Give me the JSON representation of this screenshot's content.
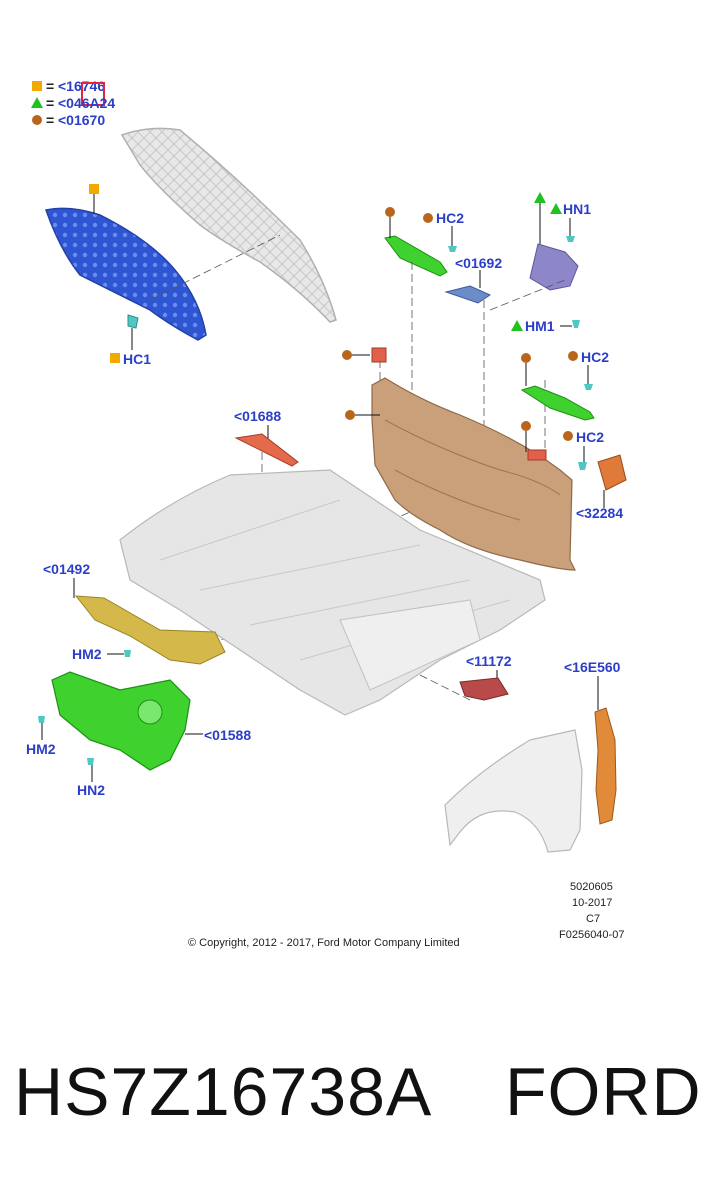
{
  "legend": [
    {
      "symbol": "square",
      "color": "#f2a900",
      "equals": "=",
      "text": "<16746"
    },
    {
      "symbol": "triangle",
      "color": "#22c21c",
      "equals": "=",
      "text": "<046A24"
    },
    {
      "symbol": "circle",
      "color": "#b8661c",
      "equals": "=",
      "text": "<01670"
    }
  ],
  "callouts": {
    "hc1": "HC1",
    "hc2_top": "HC2",
    "c01692": "<01692",
    "hn1": "HN1",
    "hm1": "HM1",
    "hc2_mid": "HC2",
    "hc2_low": "HC2",
    "c32284": "<32284",
    "c01688": "<01688",
    "c01492": "<01492",
    "hm2_a": "HM2",
    "hm2_b": "HM2",
    "c01588": "<01588",
    "hn2": "HN2",
    "c11172": "<11172",
    "c16e560": "<16E560"
  },
  "meta": {
    "line1": "5020605",
    "line2": "10-2017",
    "line3": "C7",
    "line4": "F0256040-07"
  },
  "copyright": "© Copyright, 2012 - 2017, Ford Motor Company Limited",
  "footer": {
    "part_number": "HS7Z16738A",
    "brand": "FORD"
  },
  "colors": {
    "callout_text": "#2b3ec9",
    "insulator_blue": "#3f5fd0",
    "green_parts": "#3fd12e",
    "dash_panel": "#c9a07a",
    "orange_parts": "#e07a3a",
    "highlight_box": "#e0263a"
  }
}
